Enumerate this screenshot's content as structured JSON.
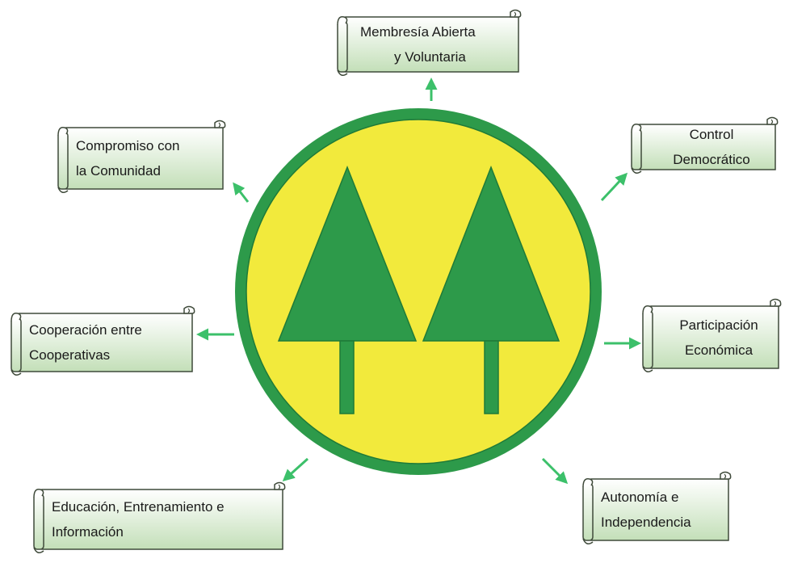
{
  "colors": {
    "emblem_green": "#2d9a4a",
    "emblem_yellow": "#f2ea3c",
    "arrow_green": "#3cc06a",
    "scroll_fill_light": "#ffffff",
    "scroll_fill_dark": "#c3dfb8",
    "scroll_outline": "#3f4a3a"
  },
  "emblem": {
    "name": "cooperative-two-pines-emblem",
    "shape": "two pine trees inside a yellow circle with green border"
  },
  "principles": [
    {
      "line1": "Membresía Abierta",
      "line2": "y Voluntaria"
    },
    {
      "line1": "Control",
      "line2": "Democrático"
    },
    {
      "line1": "Participación",
      "line2": "Económica"
    },
    {
      "line1": "Autonomía e",
      "line2": "Independencia"
    },
    {
      "line1": "Educación, Entrenamiento e",
      "line2": "Información"
    },
    {
      "line1": "Cooperación entre",
      "line2": "Cooperativas"
    },
    {
      "line1": "Compromiso con",
      "line2": "la Comunidad"
    }
  ]
}
